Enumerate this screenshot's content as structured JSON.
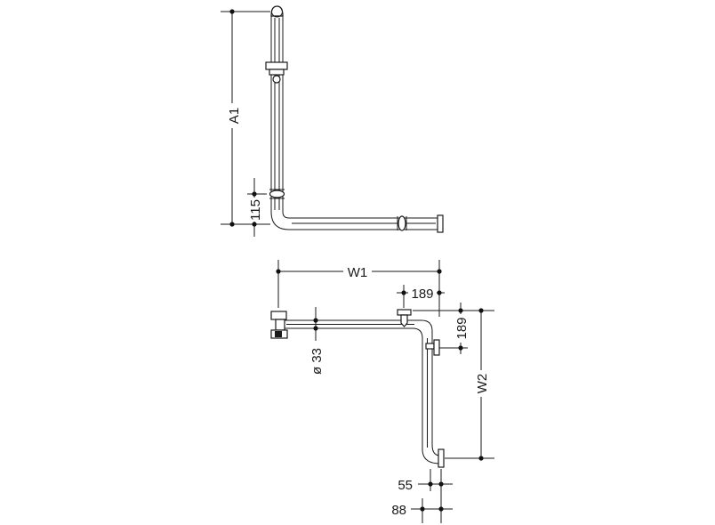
{
  "dimensions": {
    "a1": "A1",
    "h115": "115",
    "w1": "W1",
    "d189_top": "189",
    "d189_side": "189",
    "w2": "W2",
    "dia33": "ø 33",
    "d55": "55",
    "d88": "88"
  },
  "colors": {
    "line": "#1a1a1a",
    "background": "#ffffff"
  }
}
